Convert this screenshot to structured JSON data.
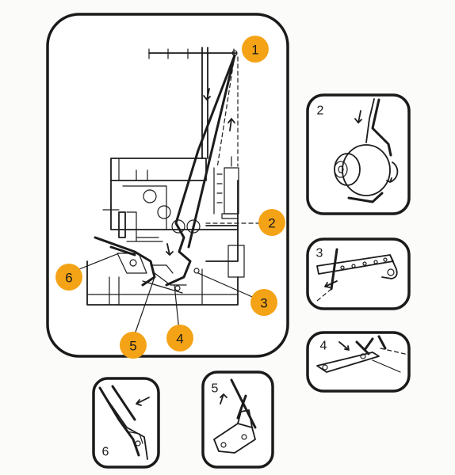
{
  "main_diagram": {
    "badges": [
      {
        "label": "1",
        "color": "#f4a316"
      },
      {
        "label": "2",
        "color": "#f4a316"
      },
      {
        "label": "3",
        "color": "#f4a316"
      },
      {
        "label": "4",
        "color": "#f4a316"
      },
      {
        "label": "5",
        "color": "#f4a316"
      },
      {
        "label": "6",
        "color": "#f4a316"
      }
    ]
  },
  "detail_panels": [
    {
      "label": "2",
      "subject": "tension-dial-icon"
    },
    {
      "label": "3",
      "subject": "thread-guide-bar-icon"
    },
    {
      "label": "4",
      "subject": "looper-guide-icon"
    },
    {
      "label": "5",
      "subject": "guide-bracket-icon"
    },
    {
      "label": "6",
      "subject": "looper-eye-icon"
    }
  ],
  "colors": {
    "accent": "#f4a316",
    "line": "#1a1a1a",
    "background": "#fbfbf9"
  }
}
